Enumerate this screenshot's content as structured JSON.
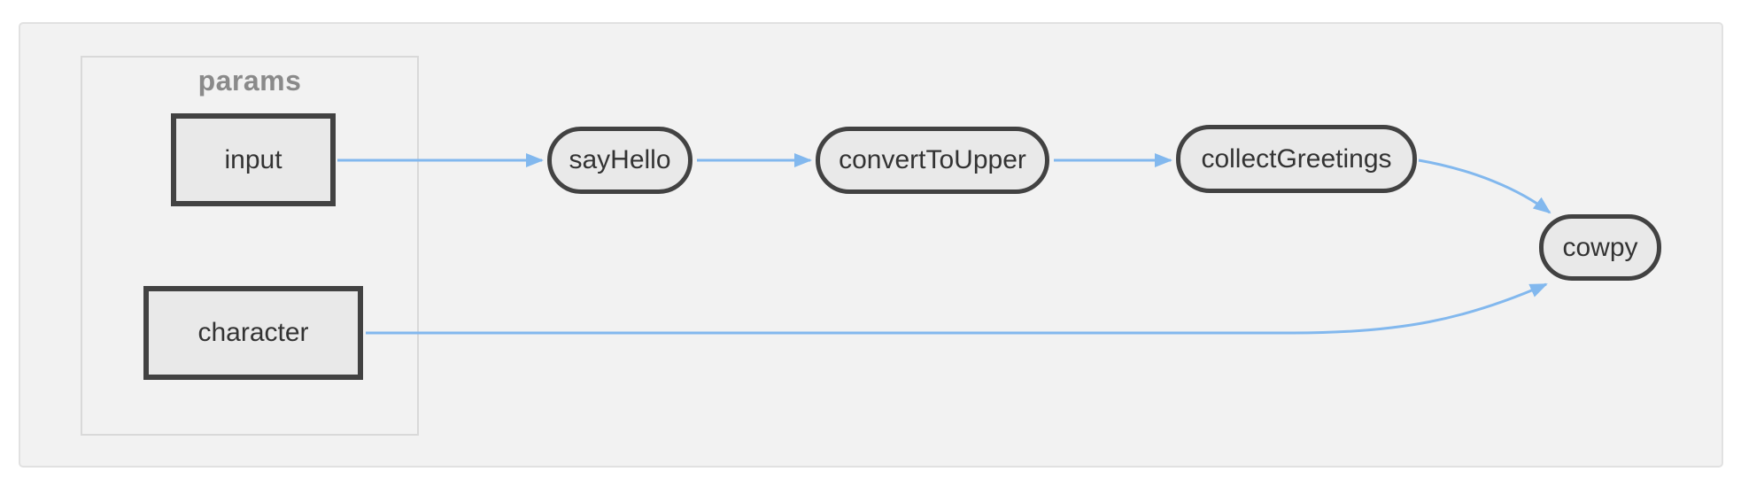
{
  "diagram": {
    "group": {
      "label": "params"
    },
    "nodes": {
      "input": {
        "label": "input",
        "shape": "rect"
      },
      "character": {
        "label": "character",
        "shape": "rect"
      },
      "sayHello": {
        "label": "sayHello",
        "shape": "pill"
      },
      "convertToUpper": {
        "label": "convertToUpper",
        "shape": "pill"
      },
      "collectGreetings": {
        "label": "collectGreetings",
        "shape": "pill"
      },
      "cowpy": {
        "label": "cowpy",
        "shape": "pill"
      }
    },
    "edges": [
      {
        "from": "input",
        "to": "sayHello"
      },
      {
        "from": "sayHello",
        "to": "convertToUpper"
      },
      {
        "from": "convertToUpper",
        "to": "collectGreetings"
      },
      {
        "from": "collectGreetings",
        "to": "cowpy"
      },
      {
        "from": "character",
        "to": "cowpy"
      }
    ],
    "colors": {
      "edge": "#82b8ee",
      "node_border": "#424242",
      "node_fill": "#e9e9e9",
      "canvas_bg": "#f2f2f2",
      "canvas_border": "#e1e1e1",
      "group_border": "#d9d9d9",
      "group_label": "#8a8a8a",
      "label_text": "#333333"
    }
  }
}
